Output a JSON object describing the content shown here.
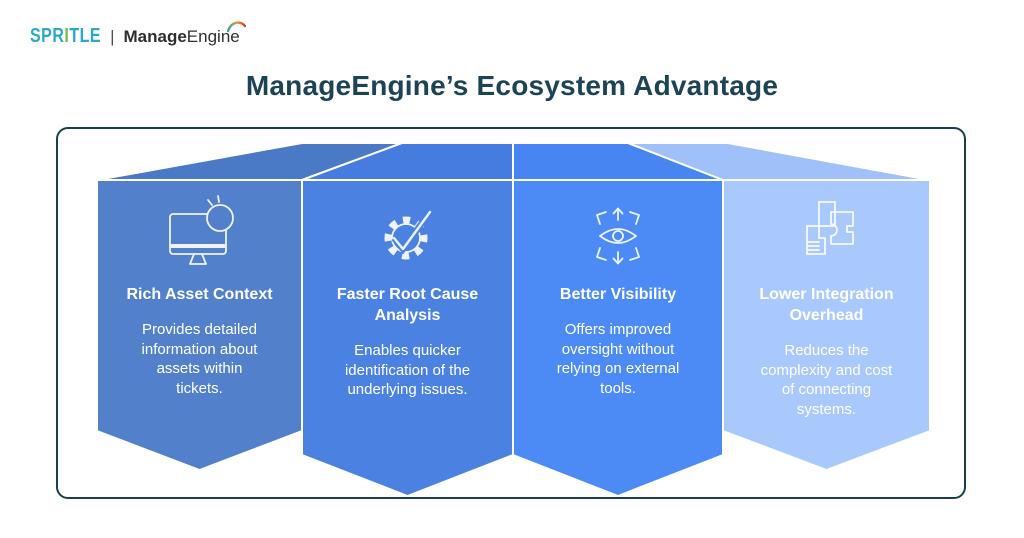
{
  "brand": {
    "spritle_part1": "SPR",
    "spritle_accent": "I",
    "spritle_part2": "TLE",
    "separator": "|",
    "manageengine_bold": "Manage",
    "manageengine_light": "Engine",
    "swoosh_icon": "manageengine-swoosh-icon"
  },
  "title": "ManageEngine’s Ecosystem Advantage",
  "cards": [
    {
      "icon": "monitor-alert-icon",
      "title": "Rich Asset Context",
      "description": "Provides detailed\ninformation about\nassets within\ntickets.",
      "front_color": "#5280CB",
      "roof_color": "#4A79C6"
    },
    {
      "icon": "gear-check-icon",
      "title": "Faster Root Cause\nAnalysis",
      "description": "Enables quicker\nidentification of the\nunderlying issues.",
      "front_color": "#4B82E2",
      "roof_color": "#457CDE"
    },
    {
      "icon": "visibility-expand-eye-icon",
      "title": "Better Visibility",
      "description": "Offers improved\noversight without\nrelying on external\ntools.",
      "front_color": "#4C8BF6",
      "roof_color": "#4685F2"
    },
    {
      "icon": "integration-blocks-icon",
      "title": "Lower Integration\nOverhead",
      "description": "Reduces the\ncomplexity and cost\nof connecting\nsystems.",
      "front_color": "#A9C8FB",
      "roof_color": "#9FC0F9"
    }
  ],
  "colors": {
    "spritle_teal": "#2BA9C9",
    "spritle_green": "#70BF44",
    "logo_text": "#2F2F2F",
    "title_text": "#1D4456",
    "container_border": "#173F4D",
    "card_text": "#FFFFFF",
    "swoosh_start": "#3AA88F",
    "swoosh_end": "#D63A32"
  }
}
